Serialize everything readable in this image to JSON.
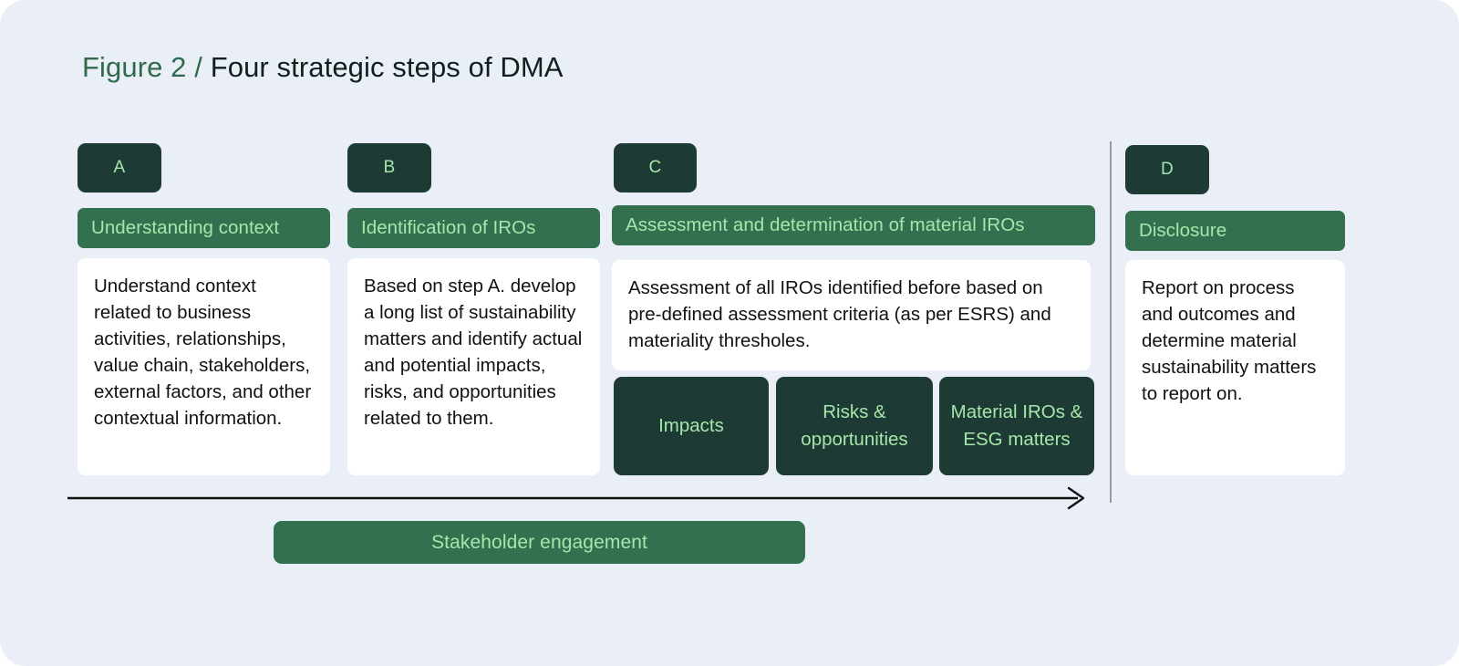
{
  "figure": {
    "label": "Figure 2",
    "separator": "/",
    "title": "Four strategic steps of DMA"
  },
  "colors": {
    "background": "#eaeff7",
    "dark_green": "#1e3a34",
    "mid_green": "#33704f",
    "light_green_text": "#a5e7ab",
    "card_white": "#ffffff",
    "divider": "#919aa8",
    "arrow": "#111111"
  },
  "columns": [
    {
      "badge": "A",
      "header": "Understanding context",
      "body": "Understand context related to business activities, relationships, value chain, stakeholders, external factors, and other contextual information."
    },
    {
      "badge": "B",
      "header": "Identification of IROs",
      "body": "Based on step A. develop a long list of sustainability matters and identify actual and potential impacts, risks, and opportunities related to them."
    },
    {
      "badge": "C",
      "header": "Assessment and determination of material IROs",
      "body": "Assessment of all IROs identified before based on pre-defined assessment criteria (as per ESRS) and materiality thresholes.",
      "sub_boxes": [
        "Impacts",
        "Risks & opportunities",
        "Material IROs & ESG matters"
      ]
    },
    {
      "badge": "D",
      "header": "Disclosure",
      "body": "Report on process and outcomes and determine material sustainability matters to report on."
    }
  ],
  "process_arrow": {
    "direction": "left-to-right"
  },
  "stakeholder_bar": {
    "label": "Stakeholder engagement"
  }
}
